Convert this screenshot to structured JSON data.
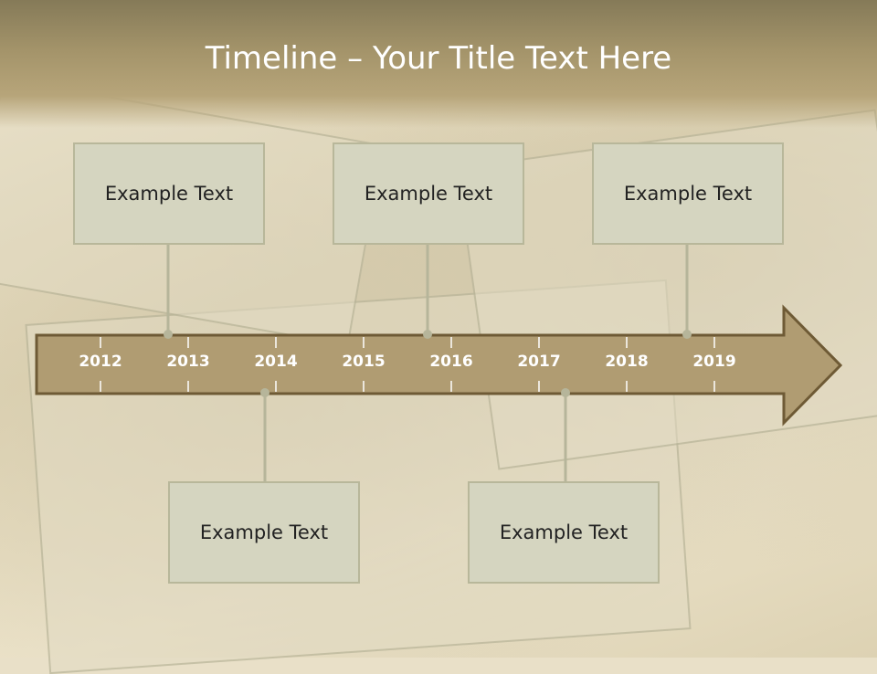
{
  "title": "Timeline – Your Title Text Here",
  "years": [
    "2012",
    "2013",
    "2014",
    "2015",
    "2016",
    "2017",
    "2018",
    "2019"
  ],
  "events": [
    {
      "text": "Example Text"
    },
    {
      "text": "Example Text"
    },
    {
      "text": "Example Text"
    },
    {
      "text": "Example Text"
    },
    {
      "text": "Example Text"
    }
  ],
  "colors": {
    "arrow_fill": "#b09c72",
    "arrow_stroke": "#6e5a35",
    "box_fill": "#d5d5c0",
    "connector": "#b6b59a"
  }
}
